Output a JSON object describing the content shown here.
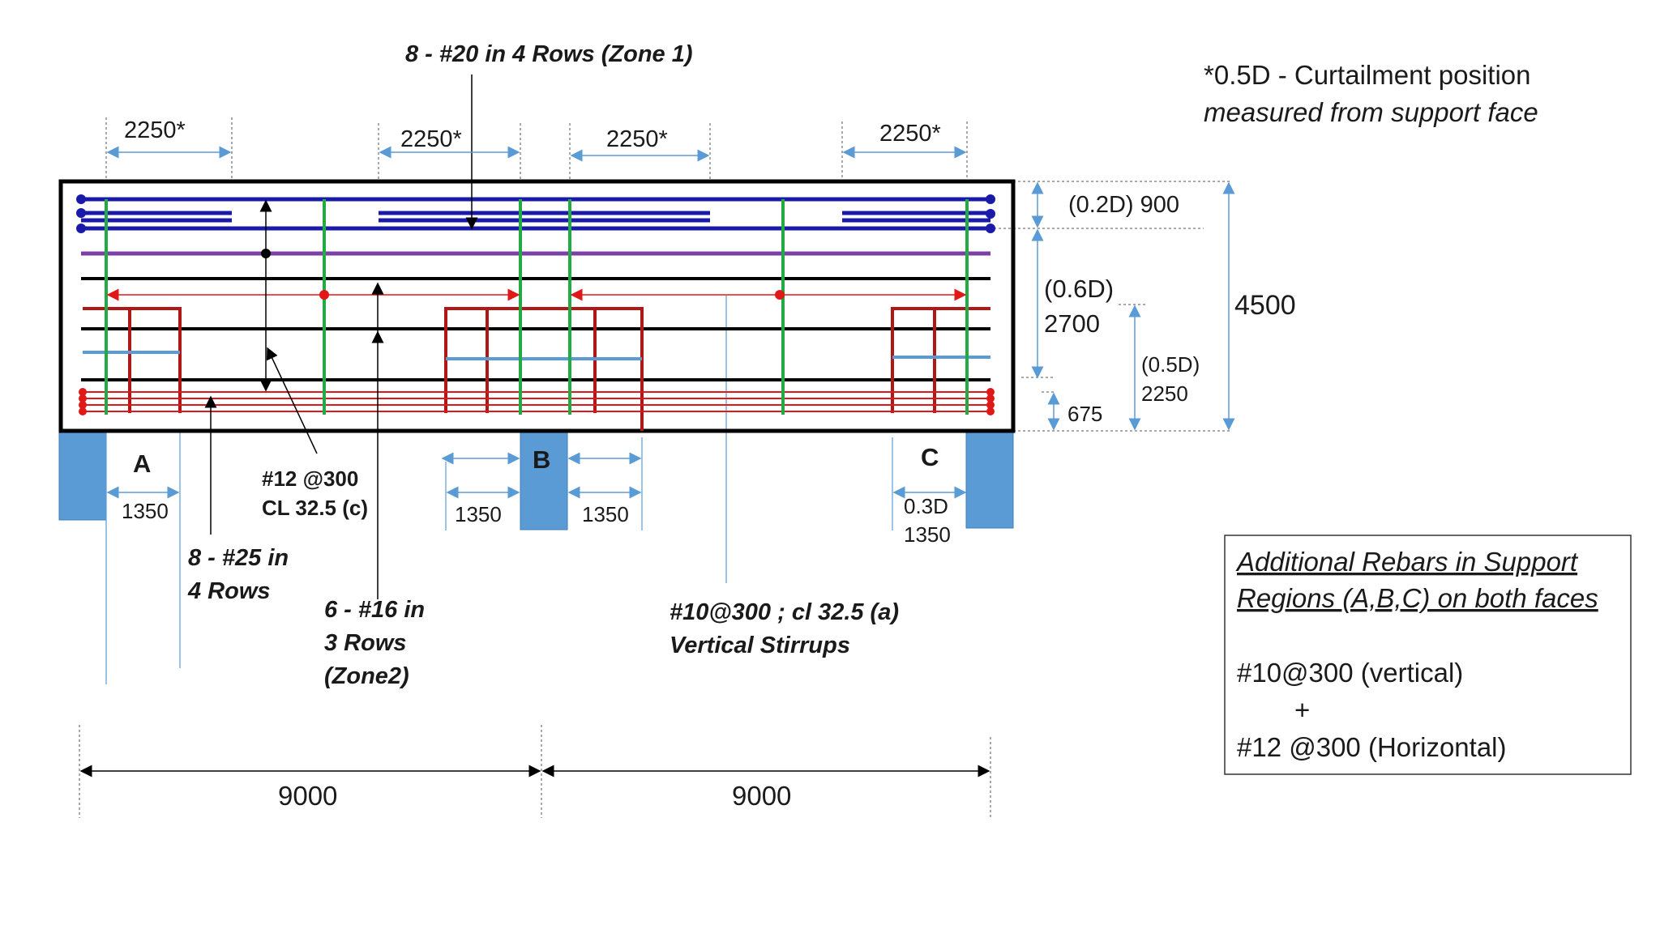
{
  "colors": {
    "frame": "#000000",
    "top_bar": "#1a1aa8",
    "bottom_bar": "#e01818",
    "stirrup": "#b01818",
    "vertical_bar": "#22aa44",
    "purple_bar": "#7b3fa6",
    "light_blue_bar": "#5b9bd5",
    "support": "#5b9bd5",
    "dimension": "#5b9bd5",
    "leader": "#000000",
    "red_dim": "#e01818"
  },
  "labels": {
    "top_bars": "8 - #20 in 4 Rows (Zone 1)",
    "bottom_bars_line1": "8 - #25 in",
    "bottom_bars_line2": "4 Rows",
    "mid_bars_line1": "6 - #16 in",
    "mid_bars_line2": "3 Rows",
    "mid_bars_line3": "(Zone2)",
    "horizontal_line1": "#12 @300",
    "horizontal_line2": "CL 32.5 (c)",
    "stirrups_line1": "#10@300 ; cl 32.5 (a)",
    "stirrups_line2": "Vertical Stirrups"
  },
  "note": {
    "line1": "*0.5D -  Curtailment position",
    "line2": "measured from support face"
  },
  "dimensions": {
    "curtail": "2250*",
    "right_02d": "(0.2D)  900",
    "right_06d_a": "(0.6D)",
    "right_06d_b": "2700",
    "right_05d_a": "(0.5D)",
    "right_05d_b": "2250",
    "right_675": "675",
    "total_depth": "4500",
    "support_1350": "1350",
    "c_03d": "0.3D",
    "c_1350": "1350",
    "span": "9000"
  },
  "supports": {
    "a": "A",
    "b": "B",
    "c": "C"
  },
  "box": {
    "title_line1": "Additional Rebars in Support",
    "title_line2": "Regions (A,B,C) on both faces",
    "line1": "#10@300 (vertical)",
    "line2": "+",
    "line3": "#12 @300 (Horizontal)"
  }
}
